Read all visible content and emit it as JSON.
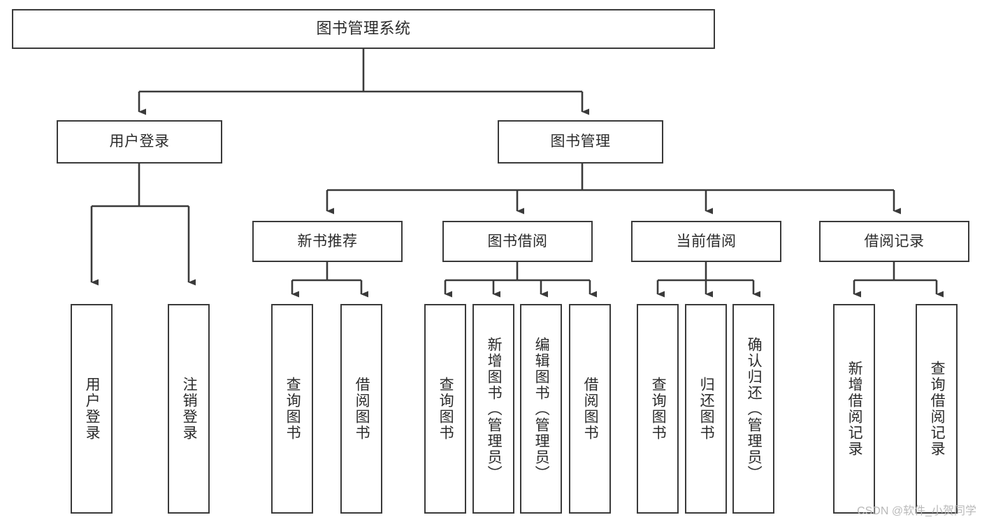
{
  "diagram": {
    "title": "图书管理系统",
    "type": "tree-hierarchy-chart",
    "stroke_color": "#3a3a3a",
    "text_color": "#2b2b2b",
    "background_color": "#ffffff"
  },
  "nodes": {
    "root": {
      "label": "图书管理系统"
    },
    "level1": [
      {
        "id": "user-login",
        "label": "用户登录"
      },
      {
        "id": "book-management",
        "label": "图书管理"
      }
    ],
    "level2": [
      {
        "id": "new-book-recommend",
        "label": "新书推荐"
      },
      {
        "id": "book-borrow",
        "label": "图书借阅"
      },
      {
        "id": "current-borrow",
        "label": "当前借阅"
      },
      {
        "id": "borrow-record",
        "label": "借阅记录"
      }
    ],
    "leaves": {
      "user_login": [
        {
          "id": "leaf-user-login",
          "label": "用户登录"
        },
        {
          "id": "leaf-logout-login",
          "label": "注销登录"
        }
      ],
      "new_book_recommend": [
        {
          "id": "leaf-query-book-1",
          "label": "查询图书"
        },
        {
          "id": "leaf-borrow-book-1",
          "label": "借阅图书"
        }
      ],
      "book_borrow": [
        {
          "id": "leaf-query-book-2",
          "label": "查询图书"
        },
        {
          "id": "leaf-add-book",
          "label": "新增图书（管理员）"
        },
        {
          "id": "leaf-edit-book",
          "label": "编辑图书（管理员）"
        },
        {
          "id": "leaf-borrow-book-2",
          "label": "借阅图书"
        }
      ],
      "current_borrow": [
        {
          "id": "leaf-query-book-3",
          "label": "查询图书"
        },
        {
          "id": "leaf-return-book",
          "label": "归还图书"
        },
        {
          "id": "leaf-confirm-return",
          "label": "确认归还（管理员）"
        }
      ],
      "borrow_record": [
        {
          "id": "leaf-add-borrow-record",
          "label": "新增借阅记录"
        },
        {
          "id": "leaf-query-borrow-record",
          "label": "查询借阅记录"
        }
      ]
    }
  },
  "watermark": {
    "text": "CSDN @软件_小贺同学"
  }
}
